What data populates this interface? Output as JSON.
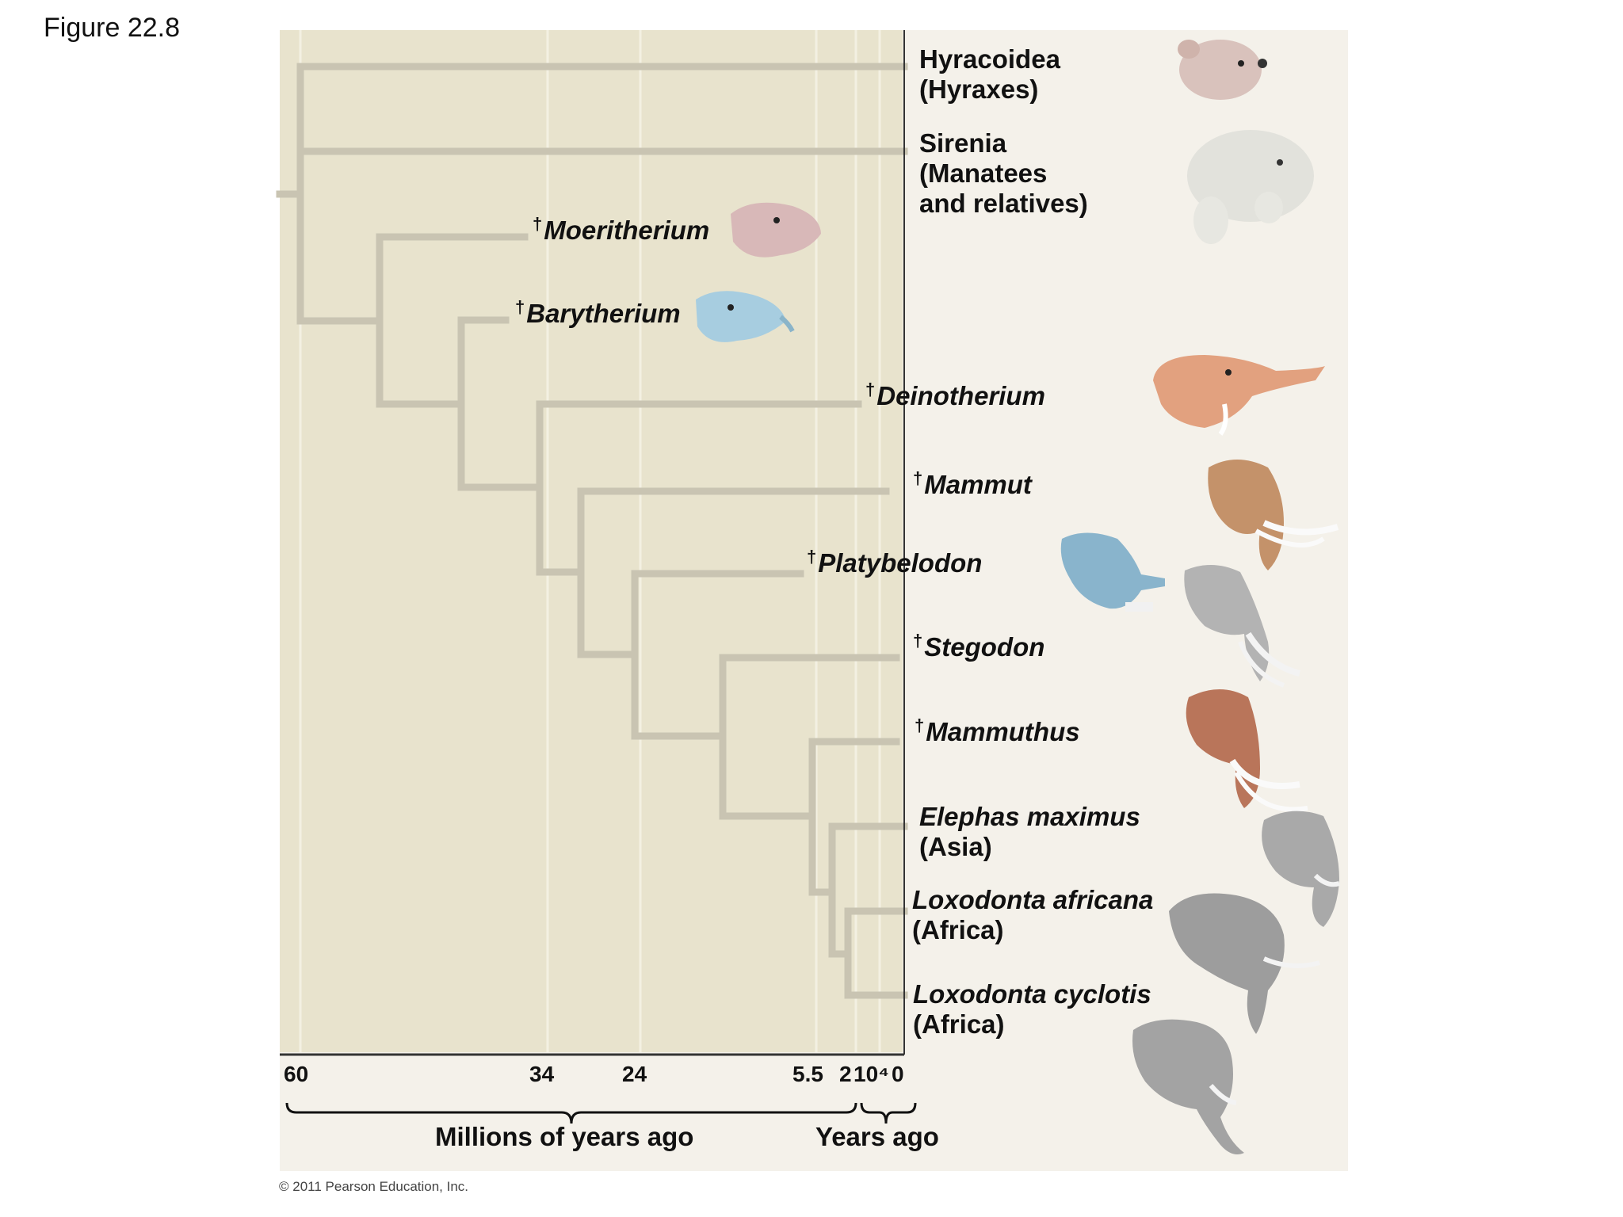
{
  "figure_label": "Figure 22.8",
  "taxa": {
    "hyracoidea": {
      "line1": "Hyracoidea",
      "line2": "(Hyraxes)"
    },
    "sirenia": {
      "line1": "Sirenia",
      "line2": "(Manatees",
      "line3": "and relatives)"
    },
    "moeritherium": {
      "dagger": "†",
      "name": "Moeritherium"
    },
    "barytherium": {
      "dagger": "†",
      "name": "Barytherium"
    },
    "deinotherium": {
      "dagger": "†",
      "name": "Deinotherium"
    },
    "mammut": {
      "dagger": "†",
      "name": "Mammut"
    },
    "platybelodon": {
      "dagger": "†",
      "name": "Platybelodon"
    },
    "stegodon": {
      "dagger": "†",
      "name": "Stegodon"
    },
    "mammuthus": {
      "dagger": "†",
      "name": "Mammuthus"
    },
    "elephas": {
      "name": "Elephas maximus",
      "region": "(Asia)"
    },
    "loxodonta_africana": {
      "name": "Loxodonta africana",
      "region": "(Africa)"
    },
    "loxodonta_cyclotis": {
      "name": "Loxodonta cyclotis",
      "region": "(Africa)"
    }
  },
  "axis": {
    "ticks": [
      "60",
      "34",
      "24",
      "5.5",
      "2",
      "10⁴",
      "0"
    ],
    "millions_label": "Millions of years ago",
    "years_label": "Years ago"
  },
  "copyright": "© 2011 Pearson Education, Inc.",
  "colors": {
    "plot_background": "#e8e3cd",
    "panel_background": "#f4f1ea",
    "branch": "#c9c4b2",
    "axis_line": "#333333"
  },
  "illustrations": [
    "hyrax-head-icon",
    "manatee-icon",
    "moeritherium-head-icon",
    "barytherium-head-icon",
    "deinotherium-head-icon",
    "mammut-head-icon",
    "platybelodon-head-icon",
    "stegodon-head-icon",
    "mammoth-head-icon",
    "asian-elephant-head-icon",
    "african-bush-elephant-head-icon",
    "african-forest-elephant-head-icon"
  ]
}
